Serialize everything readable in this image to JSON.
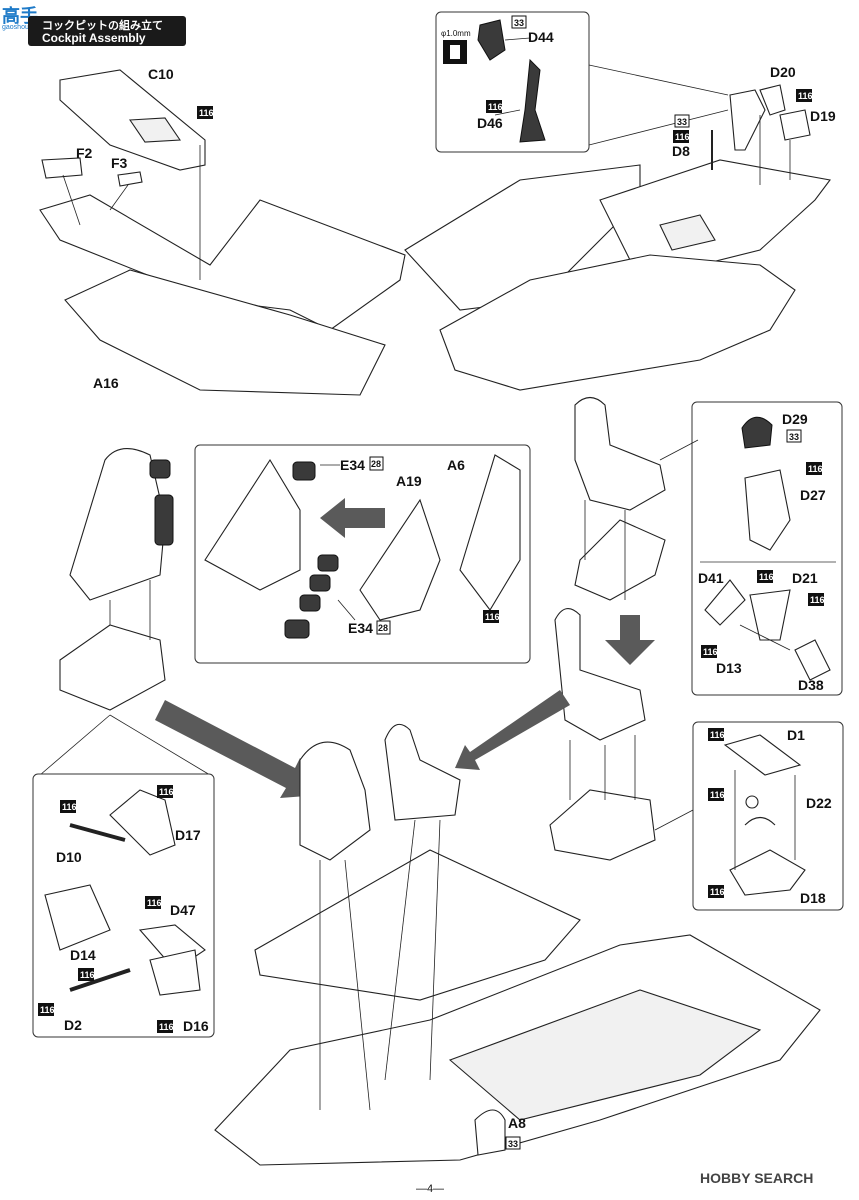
{
  "header": {
    "title_jp": "コックピットの組み立て",
    "title_en": "Cockpit Assembly",
    "watermark": "高手",
    "watermark_sub": "gaoshou.com"
  },
  "footer": {
    "page_number": "—4—",
    "logo": "HOBBY SEARCH"
  },
  "callouts": {
    "c10": "C10",
    "f2": "F2",
    "f3": "F3",
    "a16": "A16",
    "d44": "D44",
    "d46": "D46",
    "d20": "D20",
    "d19": "D19",
    "d8": "D8",
    "phi": "φ1.0mm",
    "e34_top": "E34",
    "e34_bot": "E34",
    "a19": "A19",
    "a6": "A6",
    "d29": "D29",
    "d27": "D27",
    "d41": "D41",
    "d21": "D21",
    "d13": "D13",
    "d38": "D38",
    "d10": "D10",
    "d17": "D17",
    "d47": "D47",
    "d14": "D14",
    "d2": "D2",
    "d16": "D16",
    "d1": "D1",
    "d22": "D22",
    "d18": "D18",
    "a8": "A8"
  },
  "badges": {
    "b116": "116",
    "b33": "33",
    "b28": "28"
  }
}
